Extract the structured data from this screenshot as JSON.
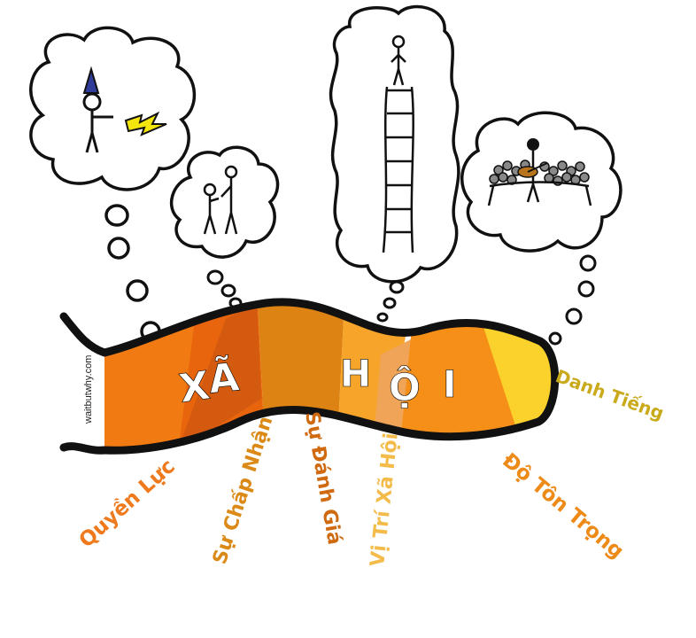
{
  "title_letters": [
    "X",
    "Ã",
    "H",
    "Ộ",
    "I"
  ],
  "categories": [
    {
      "label": "Quyền Lực",
      "color": "#ee7a1d"
    },
    {
      "label": "Sự Chấp Nhận",
      "color": "#db8a17"
    },
    {
      "label": "Sự Đánh Giá",
      "color": "#cf6a10"
    },
    {
      "label": "Vị Trí Xã Hội",
      "color": "#f3bb49"
    },
    {
      "label": "Độ Tôn Trọng",
      "color": "#ee8a17"
    },
    {
      "label": "Danh Tiếng",
      "color": "#c9aa1b"
    }
  ],
  "band_colors": {
    "power": "#f27a12",
    "acceptance": "#e8650d",
    "acceptance_dark": "#d45a0f",
    "judgment": "#dd8313",
    "position": "#f7a52a",
    "position_light": "#efa458",
    "respect": "#f58f17",
    "fame": "#fbd22c",
    "outline": "#111111",
    "lightning": "#f4e60c"
  },
  "watermark": "waitbutwhy.com",
  "icons": [
    "wizard-icon",
    "lightning-icon",
    "pair-of-people-icon",
    "ladder-climber-icon",
    "performer-with-crowd-icon"
  ]
}
